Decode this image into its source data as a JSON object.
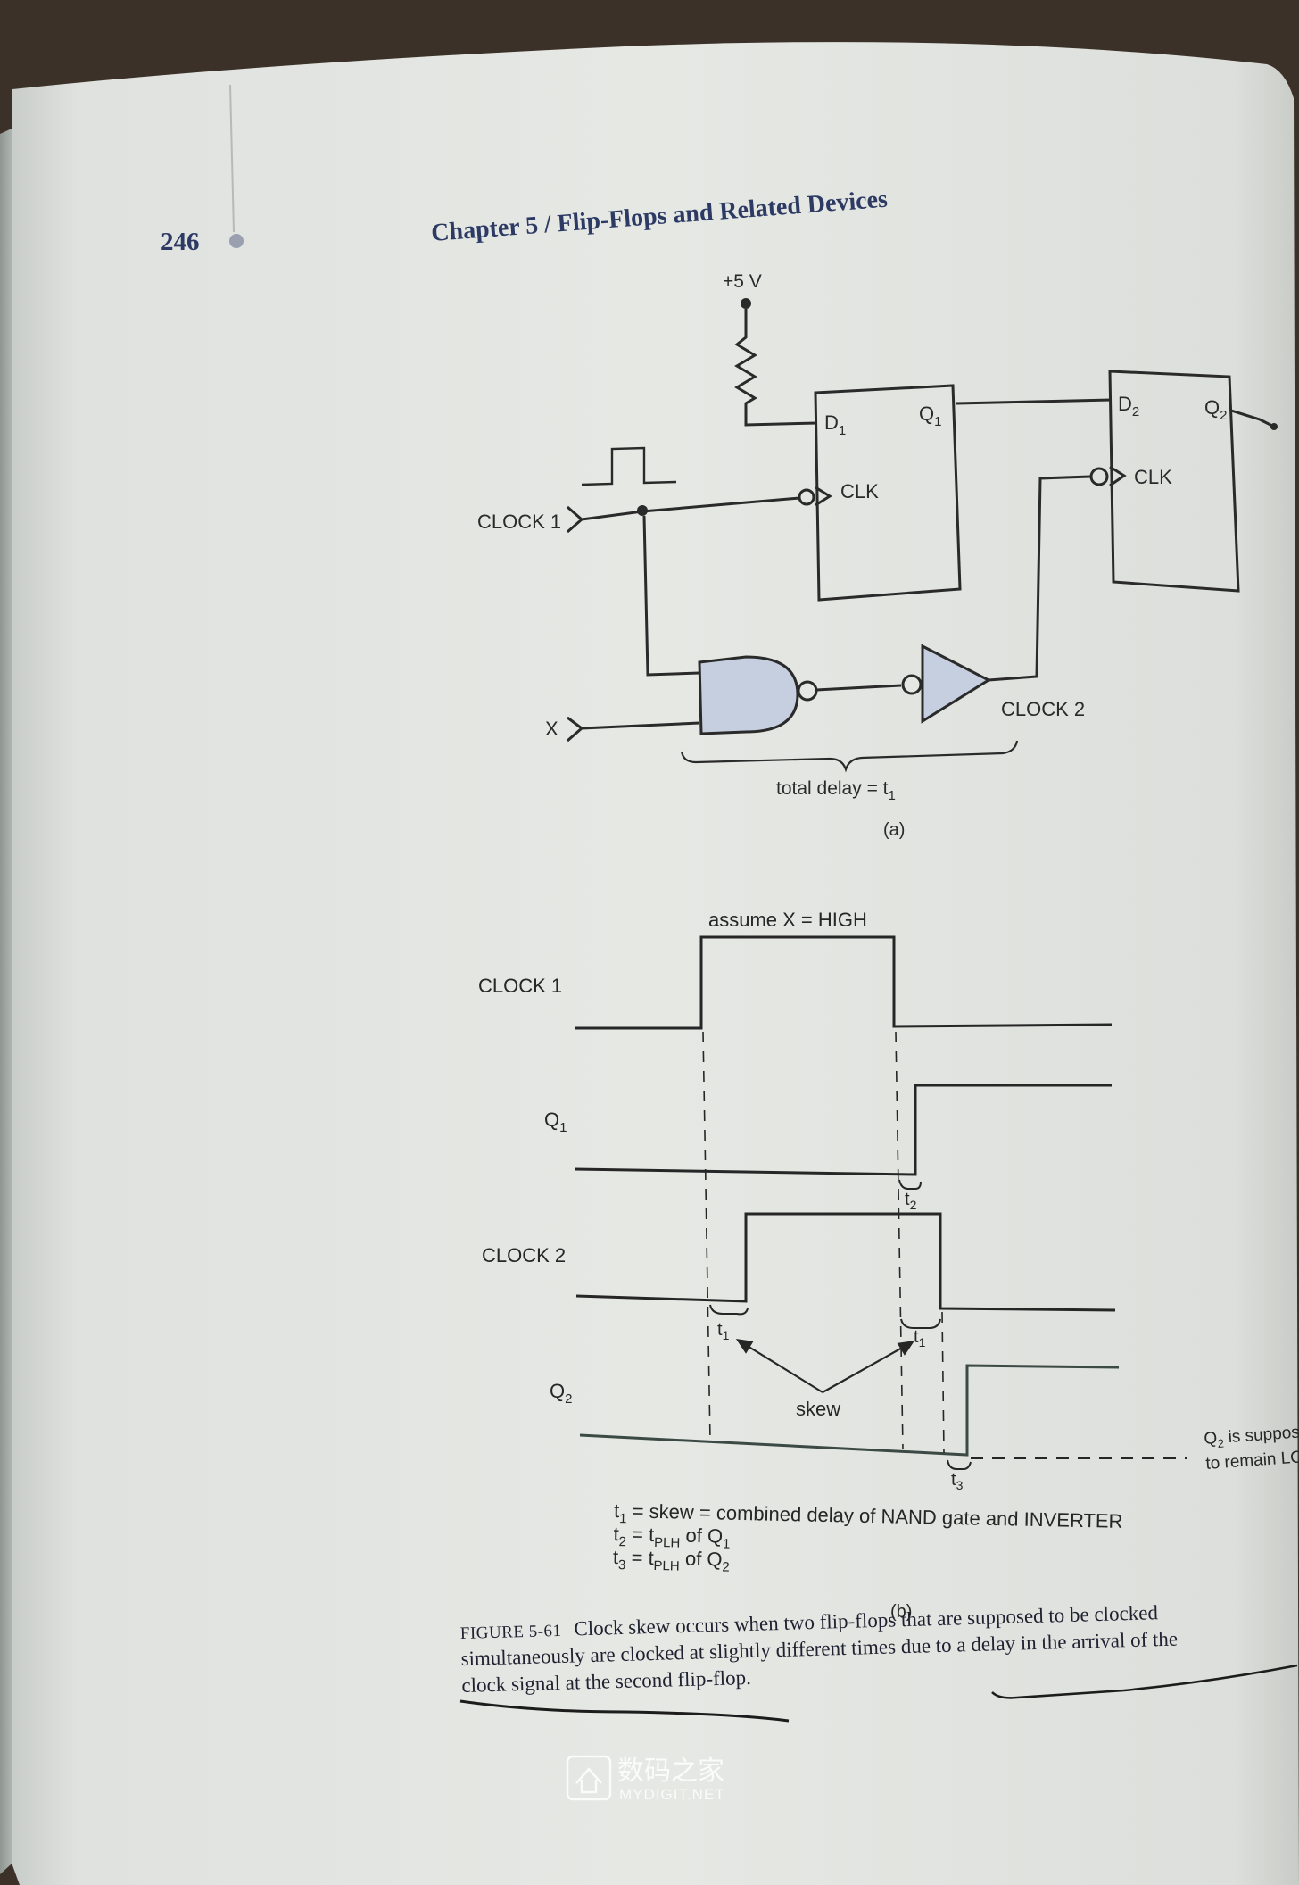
{
  "header": {
    "page_number": "246",
    "chapter_title": "Chapter 5 / Flip-Flops and Related Devices"
  },
  "circuit": {
    "vcc_label": "+5 V",
    "ff1_d": "D",
    "ff1_d_sub": "1",
    "ff1_q": "Q",
    "ff1_q_sub": "1",
    "ff1_clk": "CLK",
    "ff2_d": "D",
    "ff2_d_sub": "2",
    "ff2_q": "Q",
    "ff2_q_sub": "2",
    "ff2_clk": "CLK",
    "clock1_input": "CLOCK 1",
    "x_input": "X",
    "clock2_output": "CLOCK 2",
    "delay_label": "total delay = t",
    "delay_label_sub": "1",
    "part_label": "(a)"
  },
  "timing": {
    "assumption": "assume X = HIGH",
    "signals": [
      "CLOCK 1",
      "Q",
      "CLOCK 2",
      "Q"
    ],
    "signal_subs": [
      "",
      "1",
      "",
      "2"
    ],
    "t1_a": "t",
    "t1_b": "t",
    "t2": "t",
    "t3": "t",
    "skew_label": "skew",
    "q2_note_line1": "Q",
    "q2_note_line1_sub": "2",
    "q2_note_line1_rest": " is suppos",
    "q2_note_line2": "to remain LO",
    "definitions": [
      {
        "var": "t",
        "sub": "1",
        "text": " = skew = combined delay of NAND gate and INVERTER"
      },
      {
        "var": "t",
        "sub": "2",
        "text": " = t",
        "sub2": "PLH",
        "text2": " of Q",
        "sub3": "1"
      },
      {
        "var": "t",
        "sub": "3",
        "text": " = t",
        "sub2": "PLH",
        "text2": " of Q",
        "sub3": "2"
      }
    ],
    "part_label": "(b)"
  },
  "caption": {
    "figure_label": "FIGURE 5-61",
    "line1": "Clock skew occurs when two flip-flops that are supposed to be clocked",
    "line2": "simultaneously are clocked at slightly different times due to a delay in the arrival of the",
    "line3": "clock signal at the second flip-flop."
  },
  "watermark": {
    "cn_text": "数码之家",
    "en_text": "MYDIGIT.NET"
  }
}
